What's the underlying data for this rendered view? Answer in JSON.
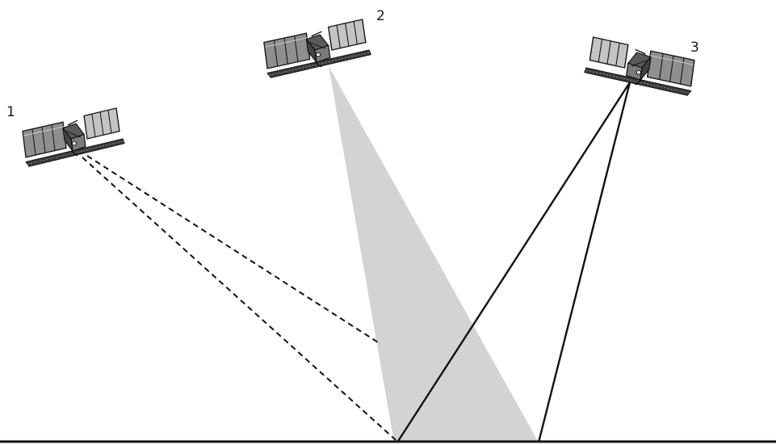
{
  "satellites": [
    {
      "id": "1",
      "label": "1",
      "beam_style": "dashed"
    },
    {
      "id": "2",
      "label": "2",
      "beam_style": "filled-cone"
    },
    {
      "id": "3",
      "label": "3",
      "beam_style": "solid"
    }
  ],
  "colors": {
    "line": "#111111",
    "beam_fill": "#d2d3d5",
    "panel_fill": "#8f8f8f",
    "panel_light": "#c4c4c4",
    "body_fill": "#5a5a5a",
    "background": "#ffffff"
  }
}
